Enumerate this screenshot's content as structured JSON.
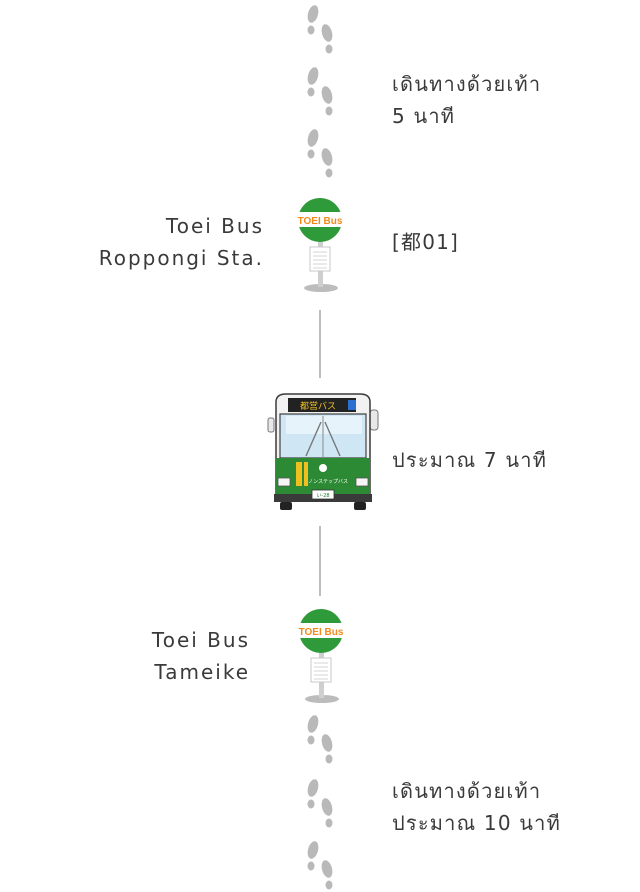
{
  "route": {
    "walk_start": {
      "line1": "เดินทางด้วยเท้า",
      "line2": "5 นาที"
    },
    "stop_from": {
      "name_line1": "Toei Bus",
      "name_line2": "Roppongi Sta.",
      "sign_text": "TOEI Bus",
      "route_code": "[都01]"
    },
    "bus": {
      "duration": "ประมาณ 7 นาที",
      "destination_sign": "都営バス",
      "plate": "い-28",
      "brand": "ノンステップバス"
    },
    "stop_to": {
      "name_line1": "Toei Bus",
      "name_line2": "Tameike",
      "sign_text": "TOEI Bus"
    },
    "walk_end": {
      "line1": "เดินทางด้วยเท้า",
      "line2": "ประมาณ 10 นาที"
    }
  },
  "colors": {
    "sign_green": "#2f9a3a",
    "sign_orange": "#f08a1c",
    "bus_green": "#2c8a35",
    "footprint_gray": "#b9b9b9",
    "line_gray": "#bdbdbd"
  },
  "icons": [
    "footprints-icon",
    "bus-stop-sign-icon",
    "bus-icon"
  ]
}
